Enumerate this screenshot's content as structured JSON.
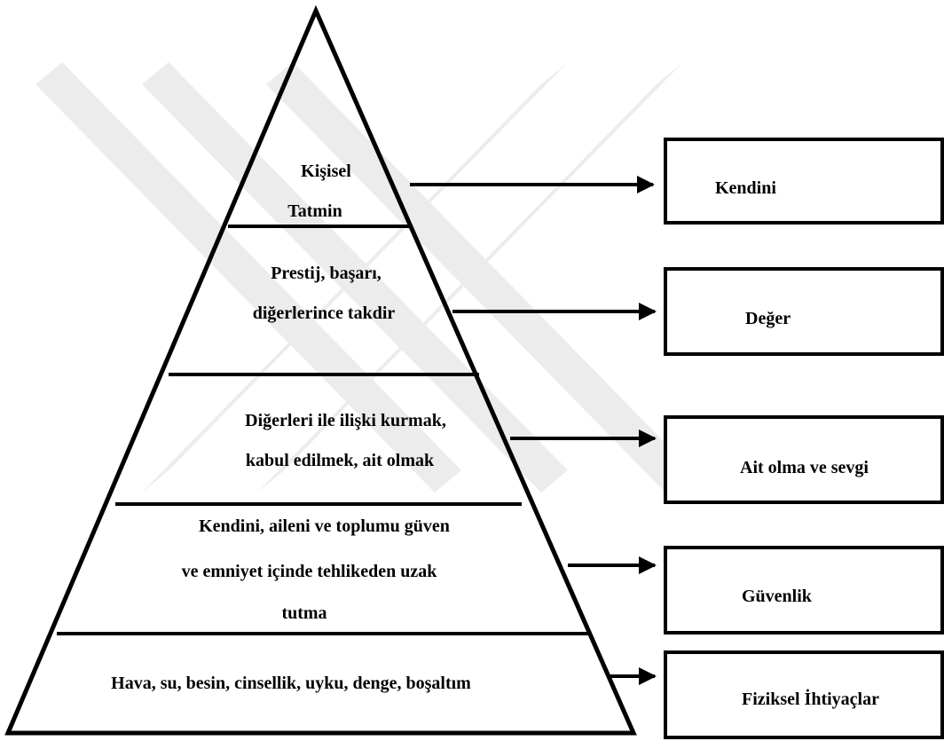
{
  "pyramid": {
    "levels": [
      {
        "lines": [
          "Kişisel",
          "Tatmin"
        ]
      },
      {
        "lines": [
          "Prestij, başarı,",
          "diğerlerince takdir",
          ""
        ]
      },
      {
        "lines": [
          "Diğerleri ile ilişki kurmak,",
          "kabul edilmek, ait olmak"
        ]
      },
      {
        "lines": [
          "Kendini, aileni ve toplumu güven",
          "ve emniyet içinde tehlikeden uzak",
          "tutma"
        ]
      },
      {
        "lines": [
          "Hava, su, besin, cinsellik, uyku, denge, boşaltım"
        ]
      }
    ]
  },
  "boxes": [
    {
      "label": "Kendini"
    },
    {
      "label": "Değer"
    },
    {
      "label": "Ait olma ve sevgi"
    },
    {
      "label": "Güvenlik"
    },
    {
      "label": "Fiziksel İhtiyaçlar"
    }
  ],
  "colors": {
    "stroke": "#000000",
    "background": "#ffffff",
    "watermark": "#ececec"
  }
}
